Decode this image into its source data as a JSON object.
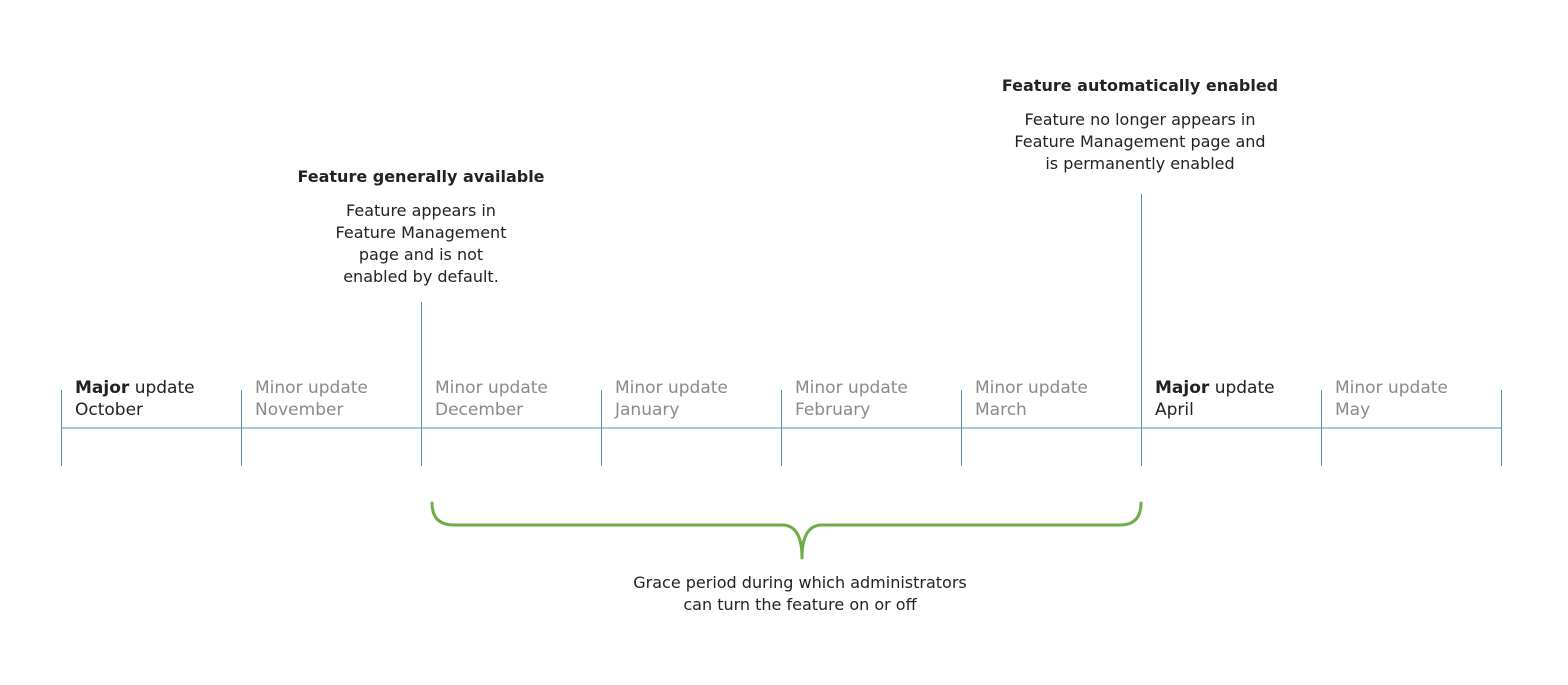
{
  "callouts": {
    "general_availability": {
      "title": "Feature generally available",
      "body": "Feature appears in\nFeature Management\npage and is not\nenabled by default."
    },
    "auto_enabled": {
      "title": "Feature automatically enabled",
      "body": "Feature no longer appears in\nFeature Management page and\nis permanently enabled"
    }
  },
  "timeline": {
    "updates": [
      {
        "kind": "Major",
        "word": "update",
        "month": "October"
      },
      {
        "kind": "Minor",
        "word": "update",
        "month": "November"
      },
      {
        "kind": "Minor",
        "word": "update",
        "month": "December"
      },
      {
        "kind": "Minor",
        "word": "update",
        "month": "January"
      },
      {
        "kind": "Minor",
        "word": "update",
        "month": "February"
      },
      {
        "kind": "Minor",
        "word": "update",
        "month": "March"
      },
      {
        "kind": "Major",
        "word": "update",
        "month": "April"
      },
      {
        "kind": "Minor",
        "word": "update",
        "month": "May"
      }
    ]
  },
  "grace_period": {
    "text": "Grace period during which administrators\ncan turn the feature on or off"
  },
  "colors": {
    "timeline_line": "#5a8fa8",
    "brace": "#70ad47",
    "major_text": "#222222",
    "minor_text": "#8a8a8a"
  }
}
